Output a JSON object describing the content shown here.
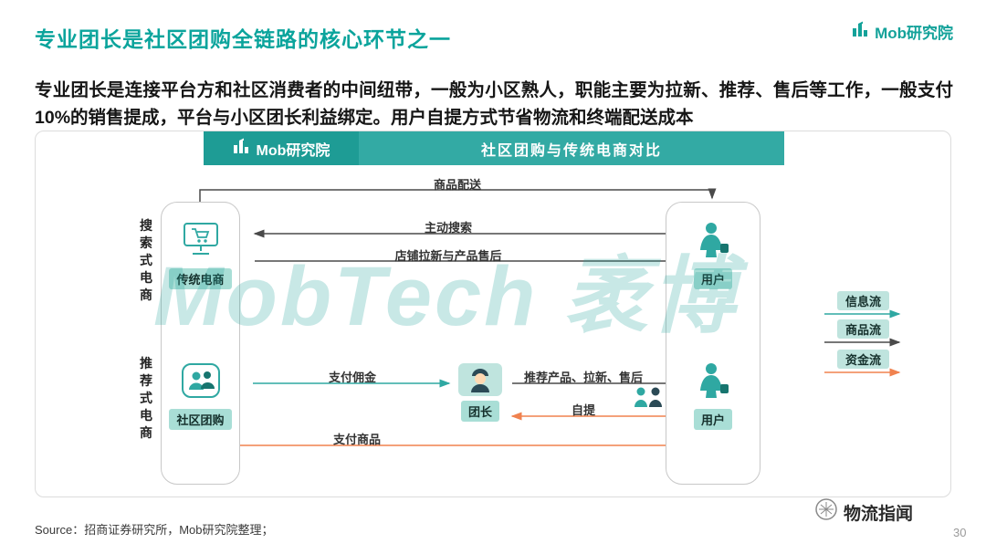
{
  "header": {
    "title": "专业团长是社区团购全链路的核心环节之一",
    "brand": "Mob研究院"
  },
  "intro": {
    "text": "专业团长是连接平台方和社区消费者的中间纽带，一般为小区熟人，职能主要为拉新、推荐、售后等工作，一般支付 10%的销售提成，平台与小区团长利益绑定。用户自提方式节省物流和终端配送成本"
  },
  "diagram": {
    "banner": {
      "brand": "Mob研究院",
      "title": "社区团购与传统电商对比"
    },
    "side_labels": {
      "search": "搜索式电商",
      "recommend": "推荐式电商"
    },
    "nodes": {
      "traditional": "传统电商",
      "community": "社区团购",
      "leader": "团长",
      "user_top": "用户",
      "user_bottom": "用户"
    },
    "arrows": {
      "goods_delivery": "商品配送",
      "active_search": "主动搜索",
      "store_service": "店铺拉新与产品售后",
      "pay_commission": "支付佣金",
      "recommend_service": "推荐产品、拉新、售后",
      "self_pickup": "自提",
      "pay_goods": "支付商品"
    },
    "legend": {
      "info_flow": "信息流",
      "goods_flow": "商品流",
      "money_flow": "资金流"
    }
  },
  "colors": {
    "teal": "#2FA8A2",
    "dark": "#4A4A4A",
    "orange": "#F0824F",
    "mint": "#A9DED6"
  },
  "watermark": "MobTech 袤博",
  "footer": {
    "source": "Source：招商证券研究所，Mob研究院整理；",
    "account": "物流指闻",
    "page_number": "30"
  }
}
